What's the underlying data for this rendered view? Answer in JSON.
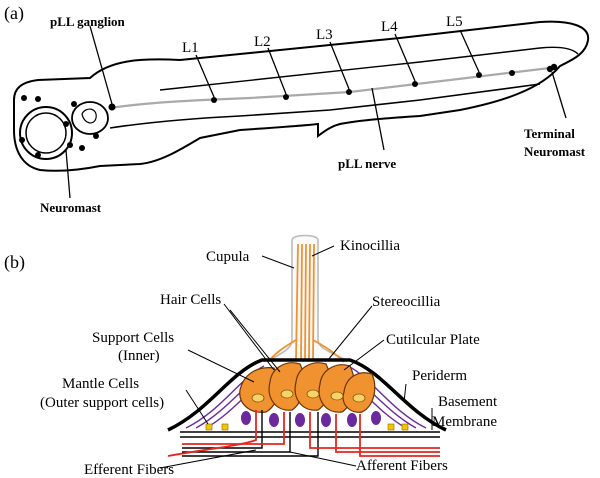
{
  "panel_a": {
    "panel_label": "(a)",
    "labels": {
      "pll_ganglion": "pLL ganglion",
      "l1": "L1",
      "l2": "L2",
      "l3": "L3",
      "l4": "L4",
      "l5": "L5",
      "pll_nerve": "pLL nerve",
      "neuromast": "Neuromast",
      "terminal_1": "Terminal",
      "terminal_2": "Neuromast"
    }
  },
  "panel_b": {
    "panel_label": "(b)",
    "labels": {
      "cupula": "Cupula",
      "kinocillia": "Kinocillia",
      "hair_cells": "Hair Cells",
      "stereocillia": "Stereocillia",
      "support_cells_1": "Support Cells",
      "support_cells_2": "(Inner)",
      "cuticular_plate": "Cutilcular Plate",
      "mantle_cells_1": "Mantle Cells",
      "mantle_cells_2": "(Outer support cells)",
      "periderm": "Periderm",
      "basement_1": "Basement",
      "basement_2": "Membrane",
      "efferent_fibers": "Efferent Fibers",
      "afferent_fibers": "Afferent Fibers"
    }
  },
  "colors": {
    "hair_cell": "#f0922f",
    "support_nucleus": "#6a2a9e",
    "mantle_dot": "#f5c400",
    "nerve": "#aaaaaa",
    "afferent": "#e8261e",
    "kinocilium": "#f0922f",
    "cupula_outline": "#bbbbbb"
  }
}
